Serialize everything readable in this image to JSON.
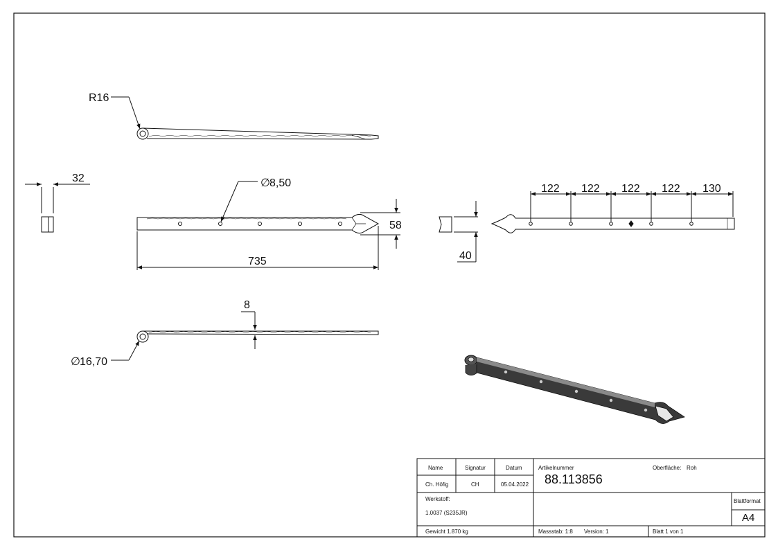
{
  "drawing": {
    "dimensions": {
      "radius": "R16",
      "thickness_side": "32",
      "hole_diameter": "8,50",
      "tip_width": "58",
      "length": "735",
      "spacing_1": "122",
      "spacing_2": "122",
      "spacing_3": "122",
      "spacing_4": "122",
      "spacing_5": "130",
      "strap_width": "40",
      "strap_thickness": "8",
      "eye_diameter": "16,70"
    },
    "symbols": {
      "diameter": "∅"
    }
  },
  "title_block": {
    "col_name": "Name",
    "col_signature": "Signatur",
    "col_date": "Datum",
    "name": "Ch. Höfig",
    "signature": "CH",
    "date": "05.04.2022",
    "article_label": "Artikelnummer",
    "article_number": "88.113856",
    "surface_label": "Oberfläche:",
    "surface_value": "Roh",
    "material_label": "Werkstoff:",
    "material_value": "1.0037 (S235JR)",
    "format_label": "Blattformat",
    "format_value": "A4",
    "weight": "Gewicht 1.870 kg",
    "scale": "Massstab: 1:8",
    "version": "Version: 1",
    "sheet": "Blatt 1 von 1"
  },
  "colors": {
    "line": "#111111",
    "part_fill": "#3a3a3a"
  }
}
